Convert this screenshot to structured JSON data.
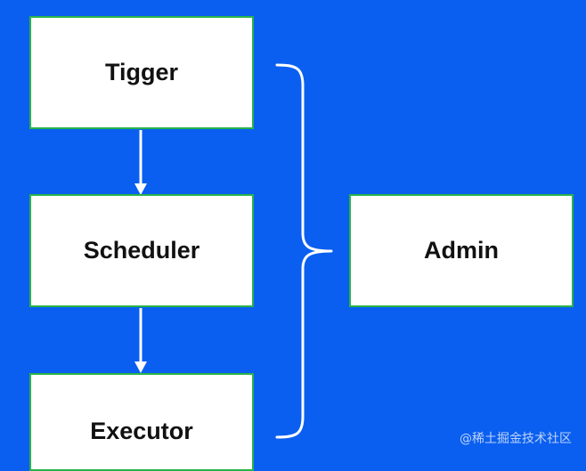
{
  "diagram": {
    "nodes": {
      "trigger": "Tigger",
      "scheduler": "Scheduler",
      "executor": "Executor",
      "admin": "Admin"
    },
    "edges": [
      {
        "from": "trigger",
        "to": "scheduler"
      },
      {
        "from": "scheduler",
        "to": "executor"
      }
    ],
    "grouping": {
      "members": [
        "trigger",
        "scheduler",
        "executor"
      ],
      "target": "admin"
    }
  },
  "colors": {
    "background": "#0a5ff0",
    "box_fill": "#ffffff",
    "box_border": "#28b34a",
    "connector": "#ffffff"
  },
  "watermark": "@稀土掘金技术社区"
}
